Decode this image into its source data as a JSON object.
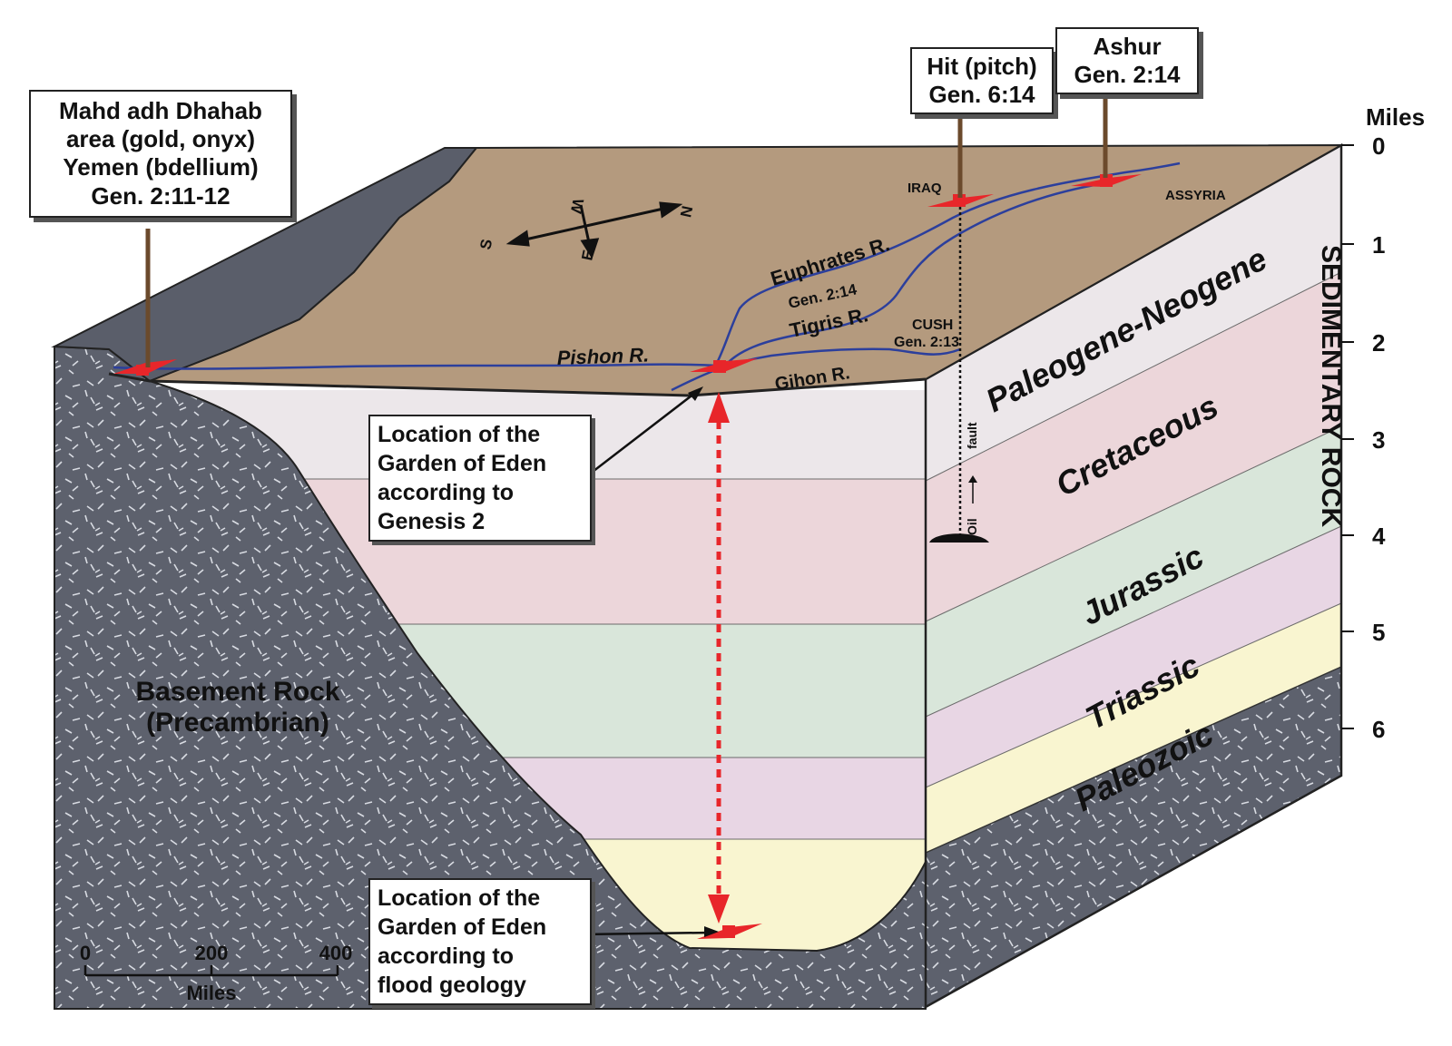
{
  "signs": {
    "mahd": {
      "lines": [
        "Mahd adh Dhahab",
        "area (gold, onyx)",
        "Yemen (bdellium)",
        "Gen. 2:11-12"
      ]
    },
    "hit": {
      "lines": [
        "Hit (pitch)",
        "Gen. 6:14"
      ]
    },
    "ashur": {
      "lines": [
        "Ashur",
        "Gen. 2:14"
      ]
    }
  },
  "callouts": {
    "eden_genesis": {
      "lines": [
        "Location of the",
        "Garden of Eden",
        "according to",
        "Genesis 2"
      ]
    },
    "eden_flood": {
      "lines": [
        "Location of the",
        "Garden of Eden",
        "according to",
        "flood geology"
      ]
    }
  },
  "surface_labels": {
    "iraq": "IRAQ",
    "assyria": "ASSYRIA",
    "euphrates": "Euphrates R.",
    "euphrates_ref": "Gen. 2:14",
    "tigris": "Tigris R.",
    "cush": "CUSH",
    "cush_ref": "Gen. 2:13",
    "pishon": "Pishon R.",
    "gihon": "Gihon R."
  },
  "compass": {
    "s": "S",
    "n": "N",
    "w": "W",
    "e": "E"
  },
  "strata": [
    "Paleogene-Neogene",
    "Cretaceous",
    "Jurassic",
    "Triassic",
    "Paleozoic"
  ],
  "strata_group": "SEDIMENTARY ROCK",
  "basement": {
    "line1": "Basement Rock",
    "line2": "(Precambrian)"
  },
  "fault": {
    "fault": "fault",
    "oil": "Oil"
  },
  "depth_scale": {
    "title": "Miles",
    "ticks": [
      "0",
      "1",
      "2",
      "3",
      "4",
      "5",
      "6"
    ]
  },
  "distance_scale": {
    "ticks": [
      "0",
      "200",
      "400"
    ],
    "unit": "Miles"
  },
  "colors": {
    "surface": "#b49a7e",
    "basement": "#5a5e6a",
    "paleogene": "#ede8ea",
    "cretaceous": "#ecd5d9",
    "jurassic": "#d7e4d8",
    "triassic": "#e7d4e2",
    "paleozoic_fill": "#f8f5cf",
    "river": "#2c3f9c",
    "marker": "#e8262a"
  }
}
